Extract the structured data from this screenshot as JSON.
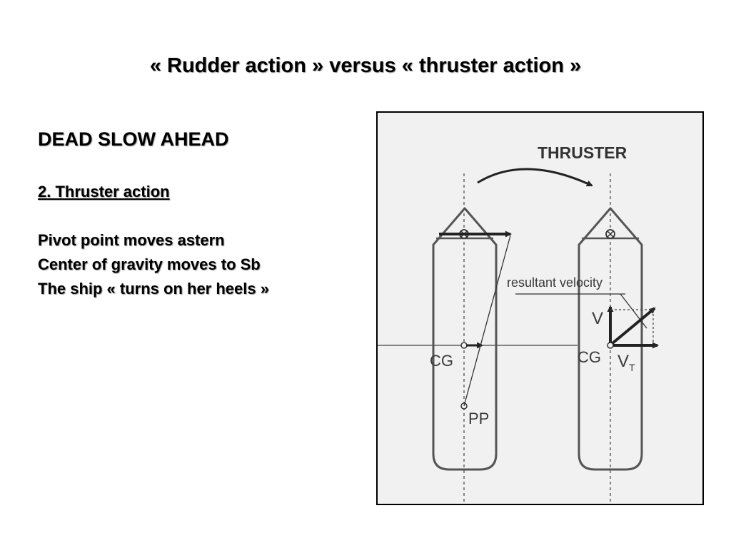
{
  "slide": {
    "title": "« Rudder action » versus « thruster action »"
  },
  "content": {
    "heading": "DEAD SLOW AHEAD",
    "subheading": "2. Thruster action",
    "lines": [
      "Pivot point moves astern",
      "Center of gravity moves to Sb",
      "The ship « turns on her heels »"
    ]
  },
  "diagram": {
    "title": "THRUSTER",
    "labels": {
      "resultant": "resultant velocity",
      "cg_left": "CG",
      "cg_right": "CG",
      "pp": "PP",
      "v": "V",
      "vt_main": "V",
      "vt_sub": "T"
    },
    "colors": {
      "background": "#f1f1f1",
      "ink": "#3a3a3a"
    }
  }
}
